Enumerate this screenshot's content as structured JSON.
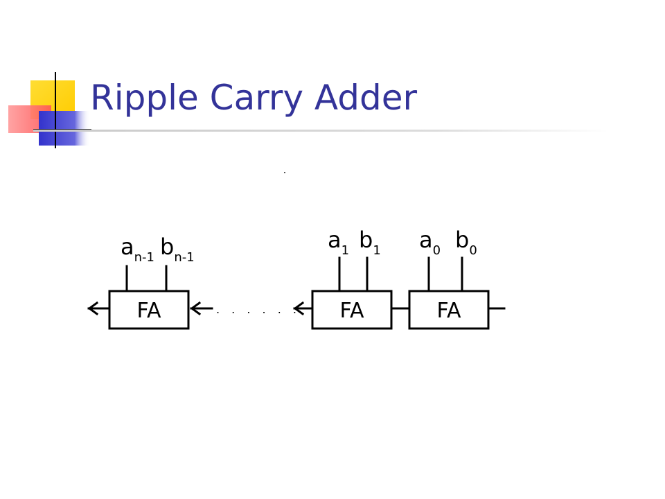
{
  "slide": {
    "title": "Ripple Carry Adder",
    "title_color": "#333399"
  },
  "decoration": {
    "name": "corner-squares-logo",
    "colors": {
      "yellow": "#ffcc00",
      "red": "#ff6666",
      "blue": "#3333cc"
    }
  },
  "diagram": {
    "blocks": [
      {
        "label": "FA"
      },
      {
        "label": "FA"
      },
      {
        "label": "FA"
      }
    ],
    "inputs": {
      "a_n1": {
        "base": "a",
        "sub": "n-1"
      },
      "b_n1": {
        "base": "b",
        "sub": "n-1"
      },
      "a_1": {
        "base": "a",
        "sub": "1"
      },
      "b_1": {
        "base": "b",
        "sub": "1"
      },
      "a_0": {
        "base": "a",
        "sub": "0"
      },
      "b_0": {
        "base": "b",
        "sub": "0"
      }
    },
    "ellipsis": ". . . . . ."
  }
}
